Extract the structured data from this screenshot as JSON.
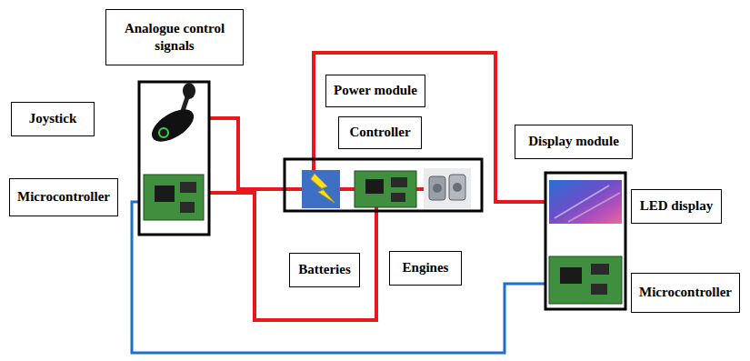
{
  "diagram": {
    "nodes": [
      {
        "text": [
          "Analogue control signals"
        ]
      },
      {
        "text": [
          "Power module"
        ]
      },
      {
        "text": [
          "Joystick"
        ]
      },
      {
        "text": [
          "Controller"
        ]
      },
      {
        "text": [
          "Display module"
        ]
      },
      {
        "text": [
          "Microcontroller"
        ]
      },
      {
        "text": [
          "LED display"
        ]
      },
      {
        "text": [
          "Engines"
        ]
      },
      {
        "text": [
          "Batteries"
        ]
      },
      {
        "text": [
          "Microcontroller"
        ]
      }
    ]
  }
}
